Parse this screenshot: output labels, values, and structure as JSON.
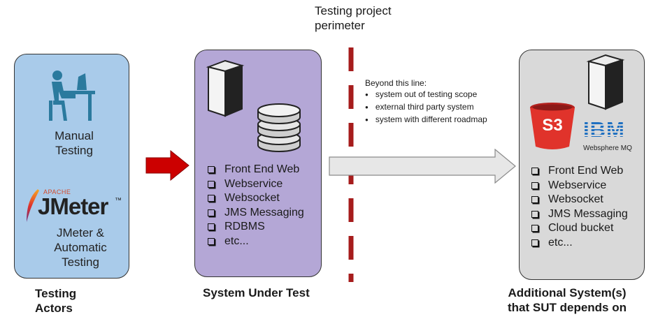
{
  "perimeter_label": [
    "Testing project",
    "perimeter"
  ],
  "actors": {
    "manual_label": [
      "Manual",
      "Testing"
    ],
    "logo_apache": "APACHE",
    "logo_jmeter": "JMeter",
    "logo_tm": "™",
    "jmeter_label": [
      "JMeter &",
      "Automatic",
      "Testing"
    ],
    "caption": [
      "Testing",
      "Actors"
    ]
  },
  "sut": {
    "items": [
      "Front End Web",
      "Webservice",
      "Websocket",
      "JMS Messaging",
      "RDBMS",
      "etc..."
    ],
    "caption": "System Under Test"
  },
  "beyond": {
    "title": "Beyond this line:",
    "items": [
      "system out of testing scope",
      "external third party system",
      "system with different roadmap"
    ]
  },
  "additional": {
    "s3_label": "S3",
    "ibm_label": "IBM",
    "websphere_label": "Websphere MQ",
    "items": [
      "Front End Web",
      "Webservice",
      "Websocket",
      "JMS Messaging",
      "Cloud bucket",
      "etc..."
    ],
    "caption": [
      "Additional System(s)",
      "that SUT depends on"
    ]
  },
  "colors": {
    "actors_fill": "#a9cbea",
    "sut_fill": "#b4a7d6",
    "additional_fill": "#d9d9d9",
    "arrow_red": "#cc0000",
    "perimeter_line": "#a61c1c",
    "icon_blue": "#2b7a9e"
  },
  "icons": [
    "person-at-desk-icon",
    "feather-icon",
    "server-icon",
    "database-icon",
    "bucket-icon"
  ]
}
